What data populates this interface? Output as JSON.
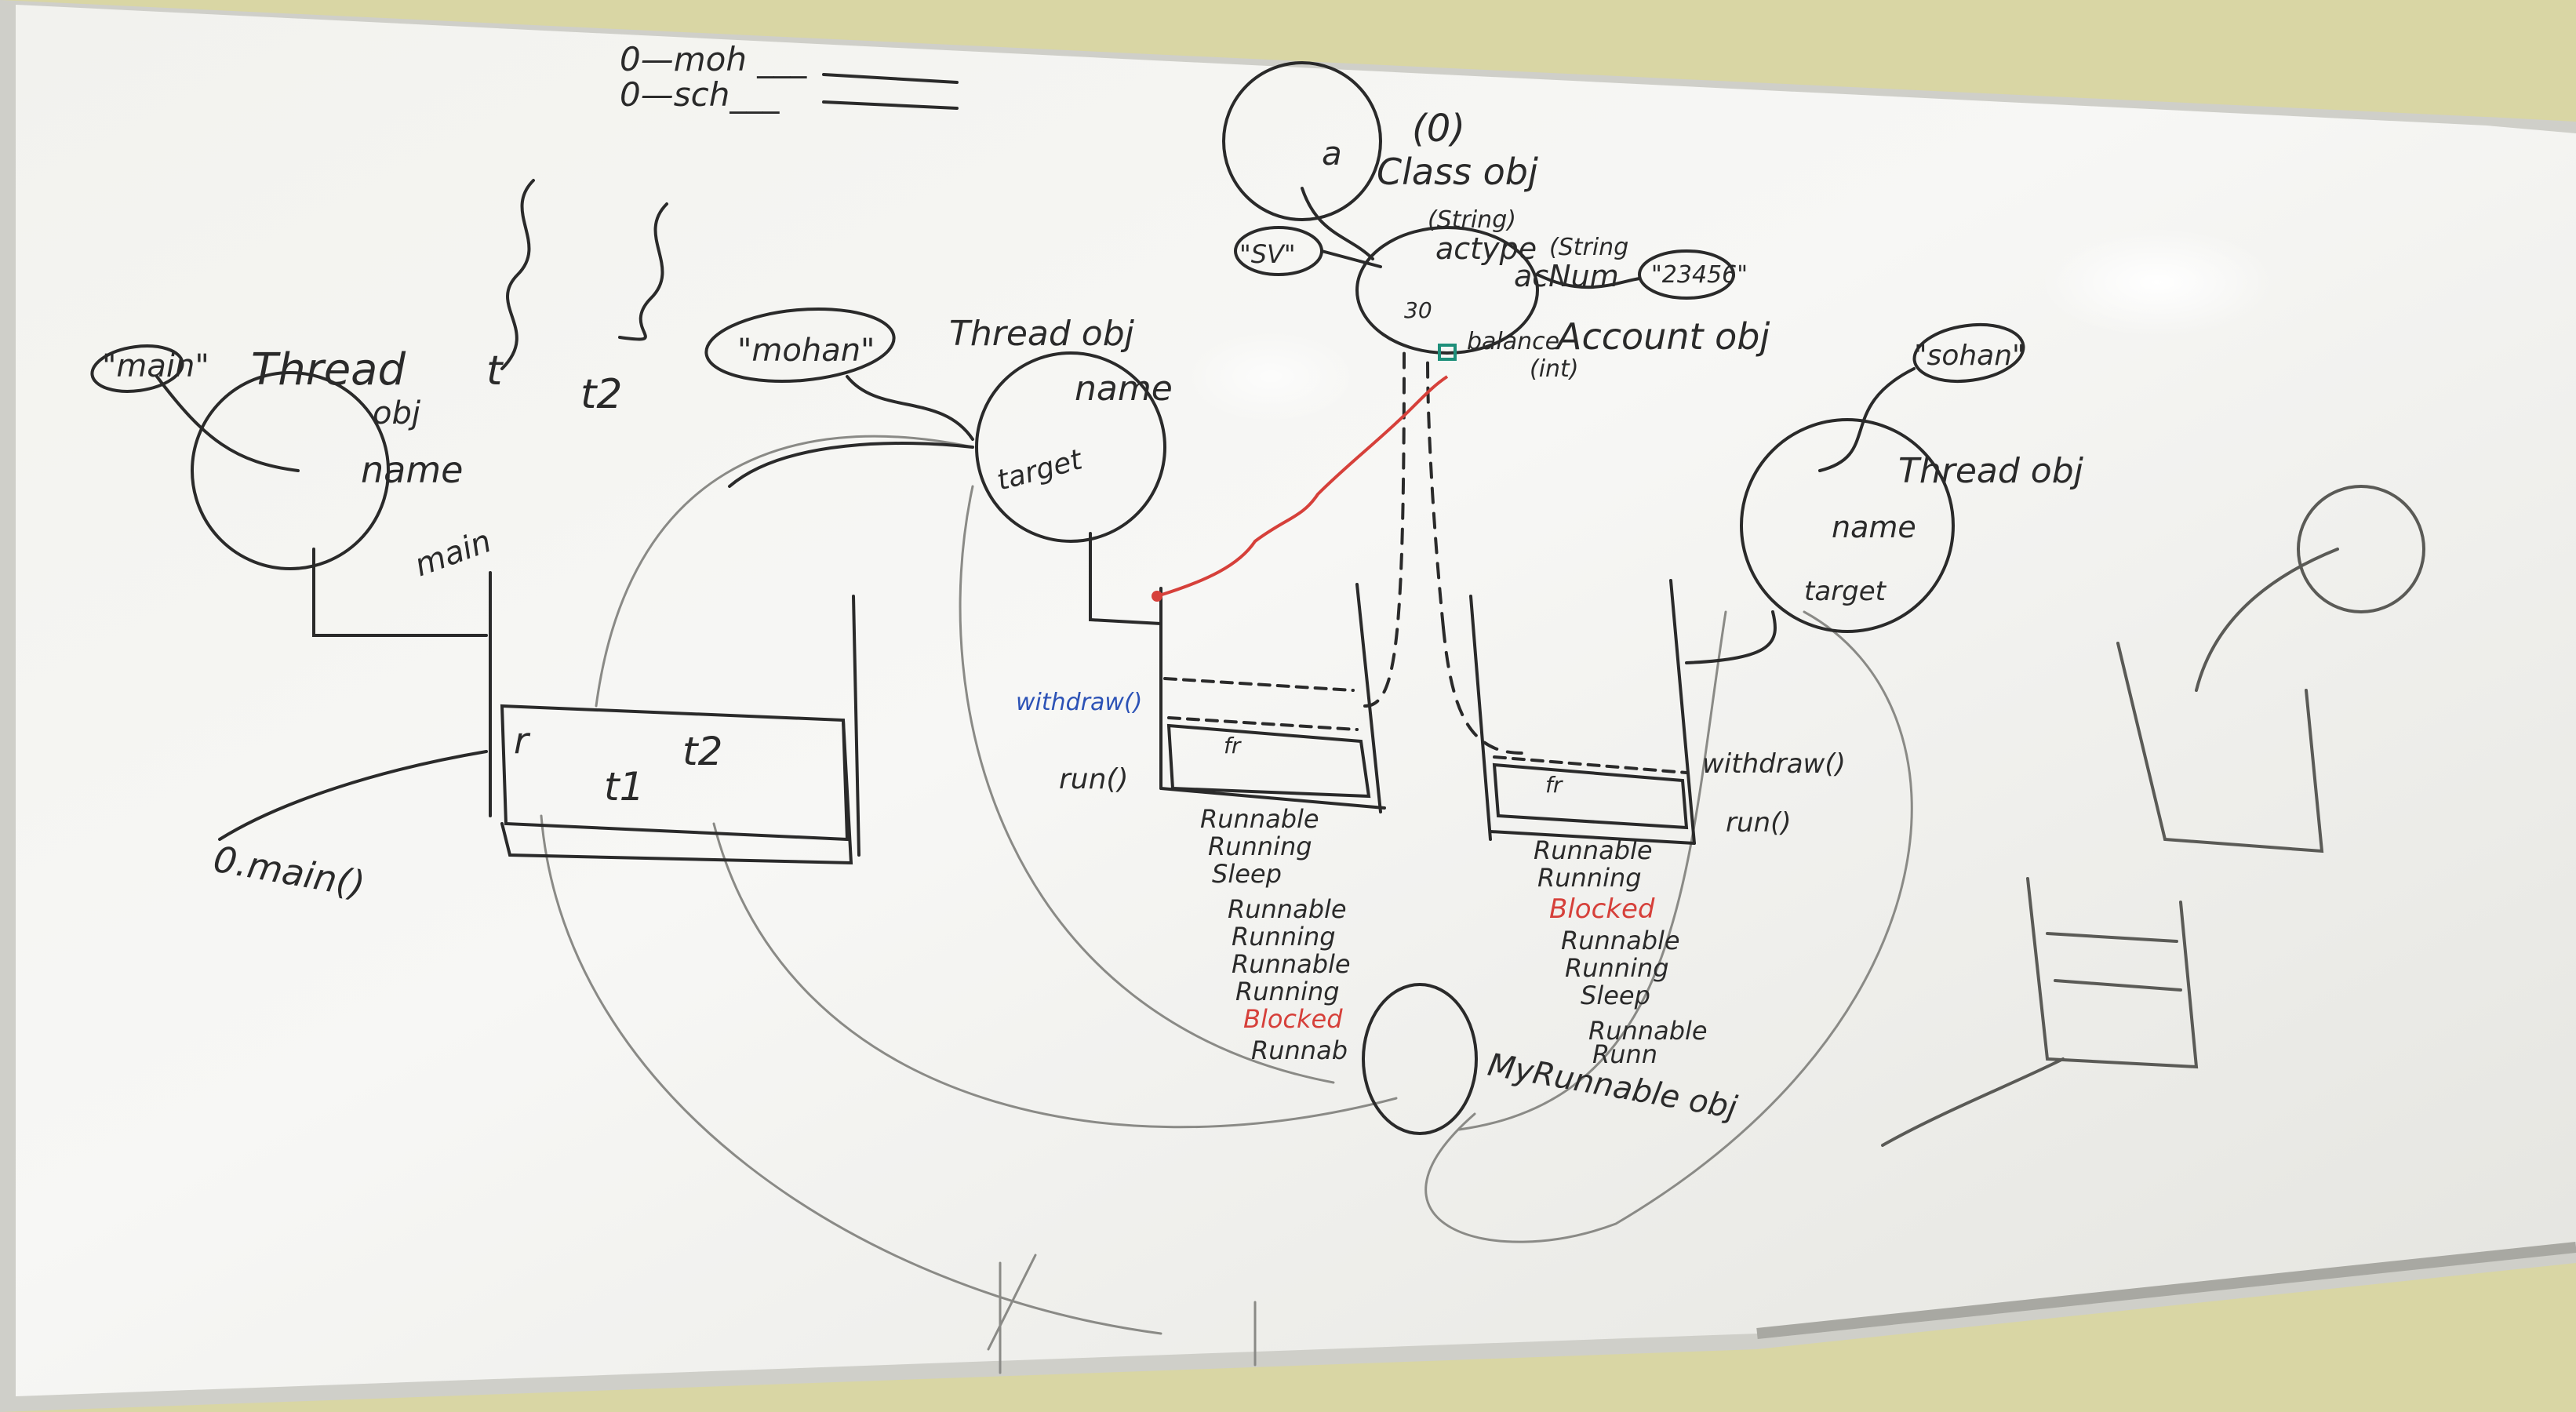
{
  "whiteboard": {
    "top_notes": [
      "0—moh ___",
      "0—sch___"
    ],
    "thread_labels": [
      "t",
      "t2"
    ],
    "main_thread": {
      "string": "\"main\"",
      "title": "Thread",
      "obj": "obj",
      "field": "name",
      "stack_label": "main",
      "method": "0.main()"
    },
    "frame_vars": [
      "r",
      "t1",
      "t2"
    ],
    "mohan_thread": {
      "string": "\"mohan\"",
      "title": "Thread obj",
      "field_name": "name",
      "field_target": "target"
    },
    "class_obj": {
      "count": "(0)",
      "var": "a",
      "title": "Class obj"
    },
    "account_obj": {
      "title": "Account obj",
      "sv_string": "\"SV\"",
      "actype": "actype",
      "actype_type": "(String)",
      "acnum": "acNum",
      "acnum_type": "(String",
      "acnum_value": "\"23456\"",
      "balance": "balance",
      "balance_type": "(int)",
      "balance_value": "30"
    },
    "left_stack": {
      "method_top": "withdraw()",
      "method_mid": "fr",
      "method_run": "run()"
    },
    "left_states": [
      "Runnable",
      "Running",
      "Sleep",
      "Runnable",
      "Running",
      "Runnable",
      "Running",
      "Blocked",
      "Runnab"
    ],
    "left_states_red_index": 7,
    "right_stack": {
      "frame": "fr",
      "withdraw": "withdraw()",
      "run": "run()"
    },
    "right_states": [
      "Runnable",
      "Running",
      "Blocked",
      "Runnable",
      "Running",
      "Sleep",
      "Runnable",
      "Runn"
    ],
    "right_states_red_index": 2,
    "runnable_obj": "MyRunnable obj",
    "sohan_thread": {
      "string": "\"sohan\"",
      "title": "Thread obj",
      "field_name": "name",
      "field_target": "target"
    }
  },
  "colors": {
    "wall": "#d9d6a4",
    "board": "#f5f5f2",
    "frame": "#b9b9b2",
    "ink": "#2a2a2a",
    "red": "#d6403a",
    "blue": "#2c52b6",
    "teal": "#1e8f7a"
  }
}
